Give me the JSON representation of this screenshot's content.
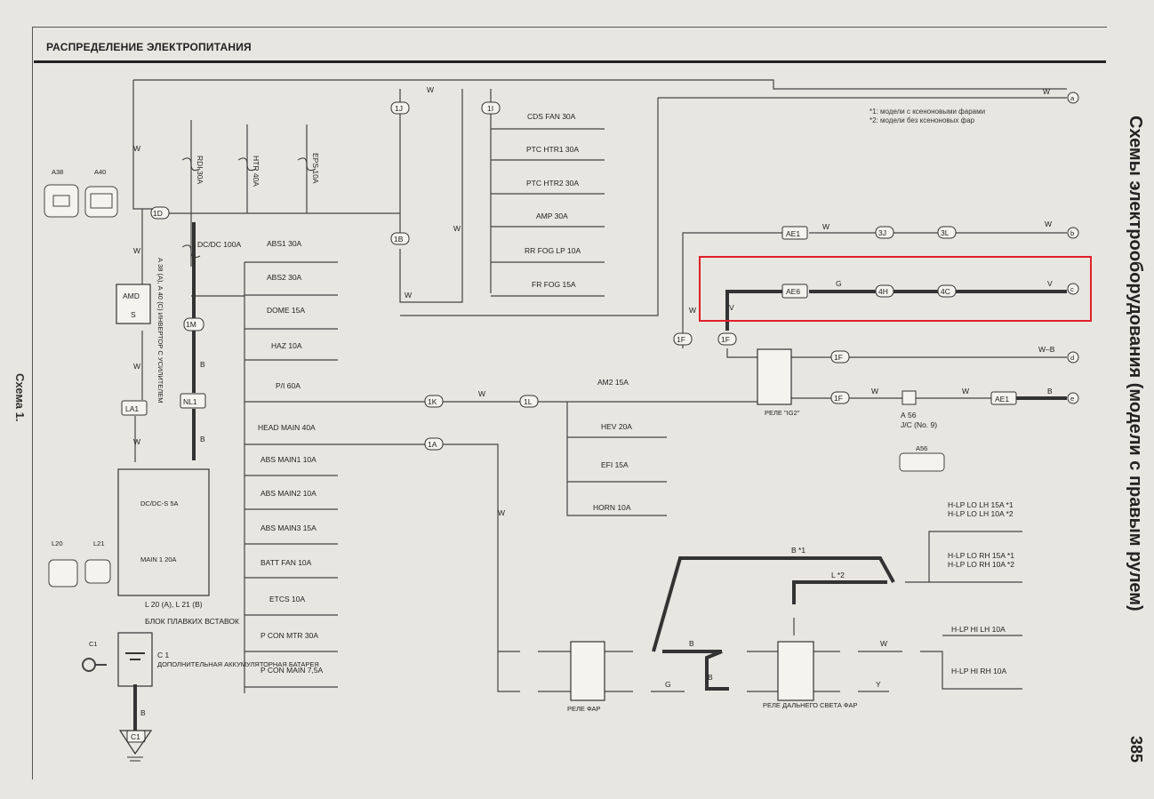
{
  "header": {
    "title": "РАСПРЕДЕЛЕНИЕ ЭЛЕКТРОПИТАНИЯ"
  },
  "side_title": "Схемы электрооборудования (модели с правым рулем)",
  "page_number": "385",
  "schema_label": "Схема 1.",
  "footnotes": [
    "*1: модели с ксеноновыми фарами",
    "*2: модели без ксеноновых фар"
  ],
  "fuses_left": [
    "RDI 30A",
    "HTR 40A",
    "EPS 10A",
    "DC/DC 100A"
  ],
  "fuses_center": [
    "ABS1 30A",
    "ABS2 30A",
    "DOME 15A",
    "HAZ 10A",
    "P/I 60A",
    "HEAD MAIN 40A",
    "ABS MAIN1 10A",
    "ABS MAIN2 10A",
    "ABS MAIN3 15A",
    "BATT FAN 10A",
    "ETCS 10A",
    "P CON MTR 30A",
    "P CON MAIN 7,5A"
  ],
  "fuses_top": [
    "CDS FAN 30A",
    "PTC HTR1 30A",
    "PTC HTR2 30A",
    "AMP 30A",
    "RR FOG LP 10A",
    "FR FOG 15A"
  ],
  "fuses_mid": [
    "AM2 15A",
    "HEV 20A",
    "EFI 15A",
    "HORN 10A"
  ],
  "fuses_right": [
    "H-LP LO LH 15A *1",
    "H-LP LO LH 10A *2",
    "H-LP LO RH 15A *1",
    "H-LP LO RH 10A *2",
    "H-LP HI LH 10A",
    "H-LP HI RH 10A"
  ],
  "connectors": {
    "c1J": "1J",
    "c1I": "1I",
    "c1D": "1D",
    "c1B": "1B",
    "c1M": "1M",
    "cNL1": "NL1",
    "cLA1": "LA1",
    "c1K": "1K",
    "c1L": "1L",
    "c1A": "1A",
    "cAE1": "AE1",
    "c3J": "3J",
    "c3L": "3L",
    "cAE6": "AE6",
    "c4H": "4H",
    "c4C": "4C",
    "c1F": "1F",
    "cAE1b": "AE1",
    "cC1": "C1"
  },
  "terminals": [
    "a",
    "b",
    "c",
    "d",
    "e"
  ],
  "wire_labels": {
    "W": "W",
    "B": "B",
    "G": "G",
    "V": "V",
    "WB": "W–B",
    "Y": "Y",
    "B1": "B  *1",
    "L2": "L  *2"
  },
  "components": {
    "amd": "AMD",
    "amd_s": "S",
    "inverter": "А  38 (А), А  40 (С)  ИНВЕРТОР С УСИЛИТЕЛЕМ",
    "fuse_block": "L  20 (A), L  21 (B)",
    "fuse_block2": "БЛОК ПЛАВКИХ ВСТАВОК",
    "dcdc_s": "DC/DC-S 5A",
    "main1": "MAIN 1 20A",
    "battery": "С  1",
    "battery2": "ДОПОЛНИТЕЛЬНАЯ АККУМУЛЯТОРНАЯ БАТАРЕЯ",
    "ig2": "РЕЛЕ \"IG2\"",
    "jc": "А  56",
    "jc2": "J/C (No. 9)",
    "relay_far": "РЕЛЕ ФАР",
    "relay_hi": "РЕЛЕ ДАЛЬНЕГО СВЕТА ФАР",
    "a38": "A38",
    "a40": "A40",
    "l20": "L20",
    "l21": "L21",
    "c1": "C1",
    "a56": "A56"
  }
}
